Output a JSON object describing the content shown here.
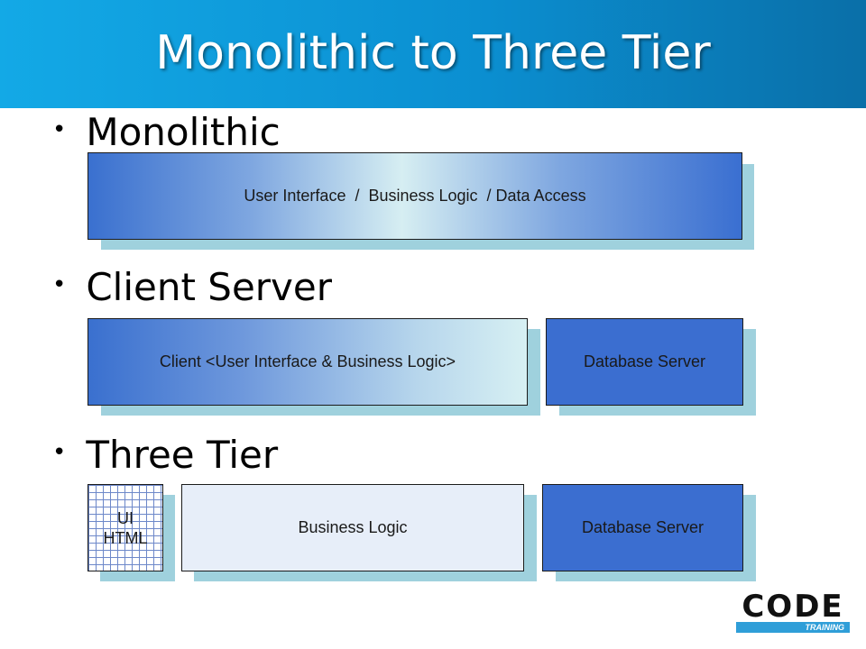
{
  "slide": {
    "title": "Monolithic to Three Tier"
  },
  "bullets": [
    {
      "label": "Monolithic"
    },
    {
      "label": "Client Server"
    },
    {
      "label": "Three Tier"
    }
  ],
  "diagram": {
    "monolithic": {
      "box": "User Interface  /  Business Logic  / Data Access"
    },
    "client_server": {
      "client": "Client <User Interface & Business Logic>",
      "database": "Database Server"
    },
    "three_tier": {
      "ui_line1": "UI",
      "ui_line2": "HTML",
      "business": "Business Logic",
      "database": "Database Server"
    }
  },
  "logo": {
    "main": "CODE",
    "sub": "TRAINING"
  },
  "colors": {
    "header_start": "#13a9e6",
    "header_end": "#0a6fa8",
    "box_blue": "#3b6ed0",
    "shadow": "#9fd1dd"
  }
}
